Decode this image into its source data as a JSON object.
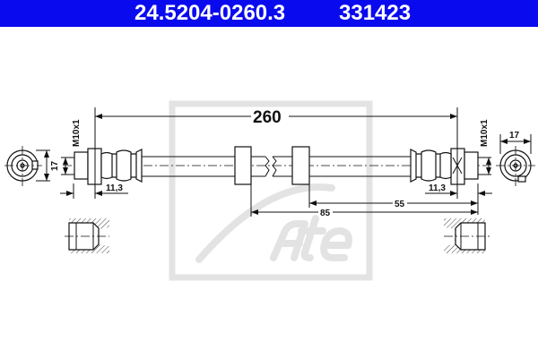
{
  "header": {
    "part_number": "24.5204-0260.3",
    "reference": "331423"
  },
  "dimensions": {
    "length": "260",
    "thread_left": "M10x1",
    "thread_right": "M10x1",
    "end_width_left": "17",
    "end_width_right": "17",
    "fitting_length_left": "11,3",
    "fitting_length_right": "11,3",
    "sleeve_to_end_near": "55",
    "sleeve_to_end_far": "85"
  },
  "watermark": {
    "logo": "ate"
  },
  "colors": {
    "header": "#0a0aee",
    "watermark": "#d8d8d8"
  }
}
